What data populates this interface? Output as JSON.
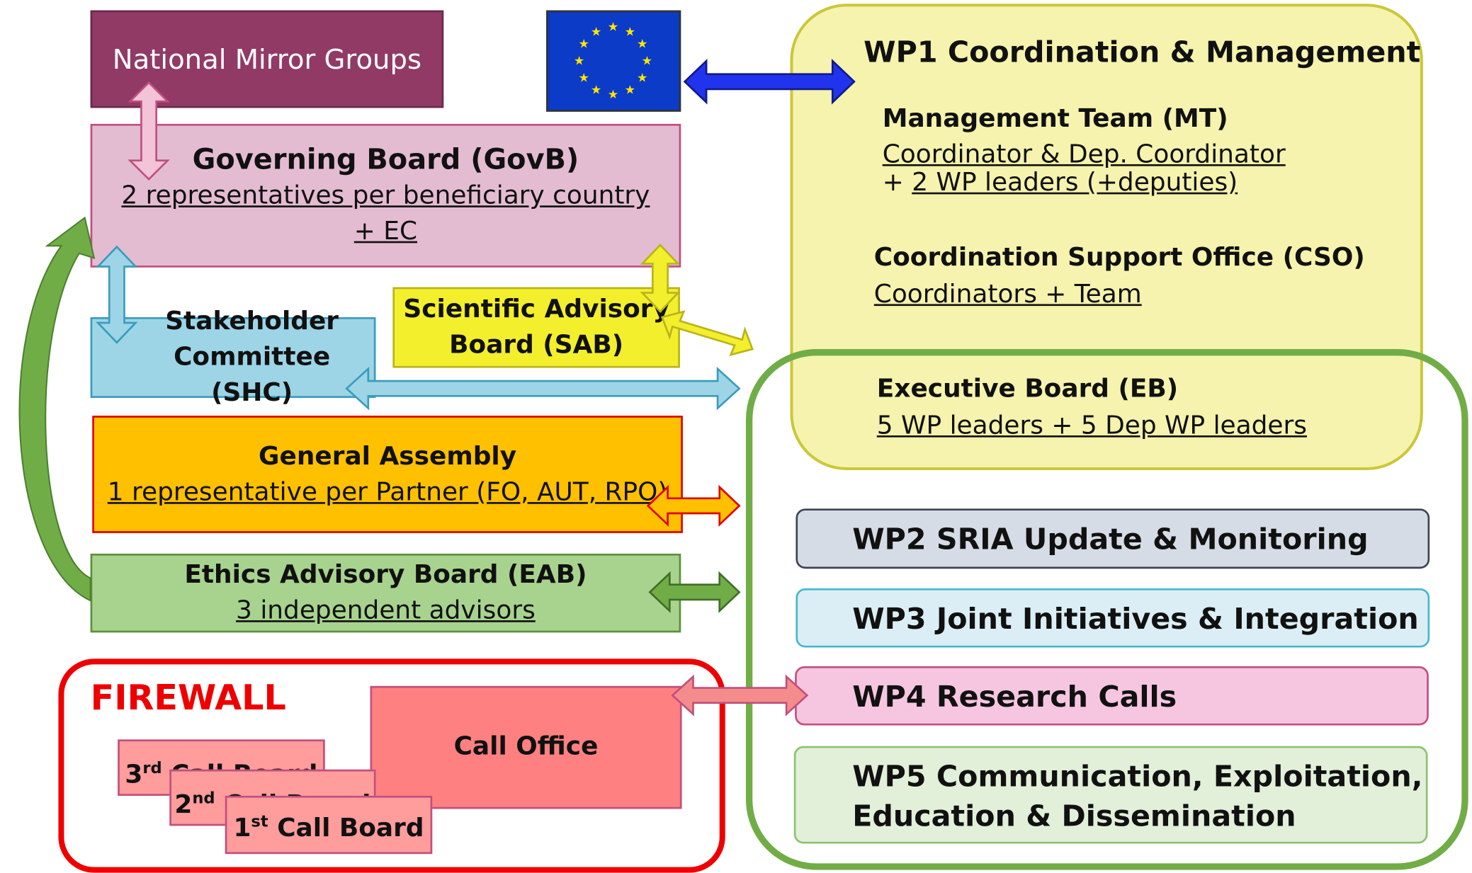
{
  "national_mirror_groups": "National Mirror Groups",
  "governing_board": {
    "title": "Governing Board (GovB)",
    "line1": "2 representatives per beneficiary country",
    "line2": "+ EC"
  },
  "stakeholder_committee": {
    "line1": "Stakeholder",
    "line2": "Committee (SHC)"
  },
  "scientific_advisory_board": {
    "line1": "Scientific Advisory",
    "line2": "Board (SAB)"
  },
  "general_assembly": {
    "title": "General Assembly",
    "line1": "1 representative per Partner (FO, AUT, RPO)"
  },
  "ethics_advisory_board": {
    "title": "Ethics Advisory Board (EAB)",
    "line1": "3 independent advisors"
  },
  "firewall": {
    "label": "FIREWALL",
    "call_office": "Call Office",
    "call_boards": [
      {
        "num": "3",
        "sup": "rd",
        "text": "Call Board"
      },
      {
        "num": "2",
        "sup": "nd",
        "text": "Call Board"
      },
      {
        "num": "1",
        "sup": "st",
        "text": "Call Board"
      }
    ]
  },
  "wp1": {
    "title": "WP1 Coordination & Management",
    "mt_title": "Management Team (MT)",
    "mt_line1": "Coordinator & Dep. Coordinator",
    "mt_line2_prefix": "+ ",
    "mt_line2": "2 WP leaders (+deputies)",
    "cso_title": "Coordination Support Office (CSO)",
    "cso_line1": "Coordinators + Team",
    "eb_title": "Executive Board (EB)",
    "eb_line1": "5 WP leaders + 5 Dep WP leaders"
  },
  "work_packages": [
    "WP2 SRIA Update & Monitoring",
    "WP3 Joint Initiatives & Integration",
    "WP4 Research Calls"
  ],
  "wp5": {
    "line1": "WP5 Communication, Exploitation,",
    "line2": "Education & Dissemination"
  },
  "colors": {
    "nmg": "#913a66",
    "govb": "#e4bcd2",
    "shc": "#9dd5e7",
    "sab": "#f3ef2c",
    "ga": "#ffc000",
    "eab": "#a8d38f",
    "wp1": "#f5f3ad",
    "wp_outline": "#70ad47",
    "firewall": "#ee0000",
    "call": "#ff8080",
    "eu_blue": "#0b3bc7",
    "eu_star": "#ffe500"
  },
  "icons": [
    "eu-flag-icon"
  ]
}
